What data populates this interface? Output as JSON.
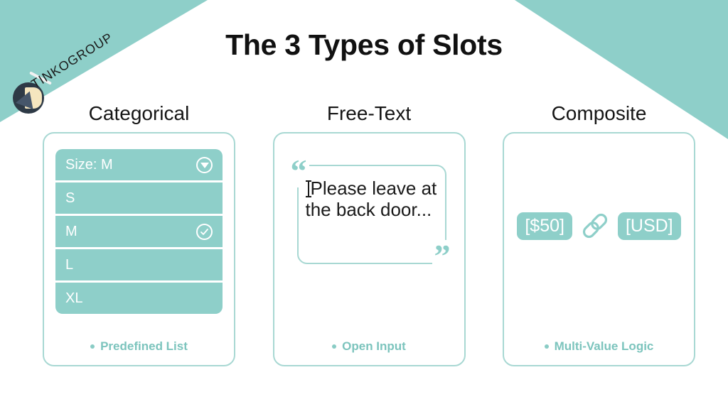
{
  "slide": {
    "title": "The 3 Types of Slots",
    "brand": {
      "name": "TINKOGROUP",
      "logo_icon": "tinkogroup-logo-icon"
    },
    "colors": {
      "teal": "#8ecfc9",
      "teal_border": "#a8d8d3",
      "teal_text": "#7cc4bd",
      "title": "#111111",
      "logo_dark": "#2e3a46",
      "logo_cream": "#f5e6bf"
    }
  },
  "columns": [
    {
      "heading": "Categorical",
      "type": "dropdown-list",
      "dropdown": {
        "label": "Size: M",
        "icon": "chevron-down-icon"
      },
      "options": [
        {
          "label": "S",
          "selected": false,
          "icon": ""
        },
        {
          "label": "M",
          "selected": true,
          "icon": "check-circle-icon"
        },
        {
          "label": "L",
          "selected": false,
          "icon": ""
        },
        {
          "label": "XL",
          "selected": false,
          "icon": ""
        }
      ],
      "footnote": "Predefined List"
    },
    {
      "heading": "Free-Text",
      "type": "quote-input",
      "quote": {
        "open_mark": "“",
        "close_mark": "”",
        "text": "Please leave at the back door...",
        "cursor_icon": "text-caret-icon"
      },
      "footnote": "Open Input"
    },
    {
      "heading": "Composite",
      "type": "linked-chips",
      "chips": [
        {
          "label": "[$50]"
        },
        {
          "label": "[USD]"
        }
      ],
      "link_icon": "chain-link-icon",
      "footnote": "Multi-Value Logic"
    }
  ]
}
